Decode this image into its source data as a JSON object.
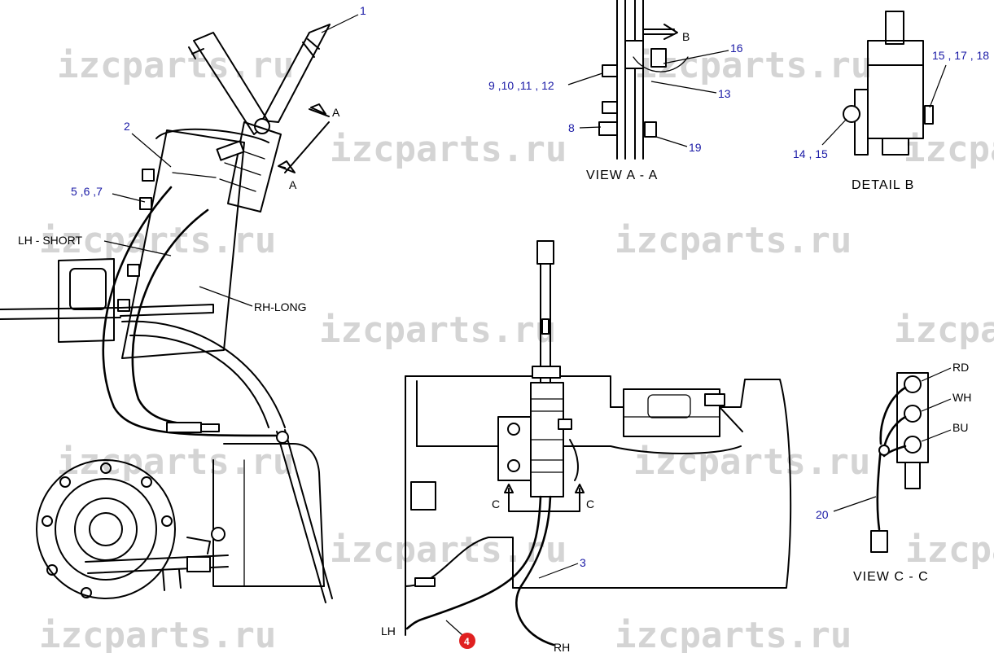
{
  "watermark": "izcparts.ru",
  "views": {
    "view_aa": "VIEW  A - A",
    "detail_b": "DETAIL  B",
    "view_cc": "VIEW  C - C"
  },
  "labels": {
    "lh_short": "LH - SHORT",
    "rh_long": "RH-LONG",
    "section_a_top": "A",
    "section_a_bottom": "A",
    "section_b": "B",
    "section_c_left": "C",
    "section_c_right": "C",
    "rd": "RD",
    "wh": "WH",
    "bu": "BU",
    "lh": "LH",
    "rh": "RH"
  },
  "callouts": {
    "c1": "1",
    "c2": "2",
    "c3": "3",
    "c4": "4",
    "c5_6_7": "5 ,6 ,7",
    "c8": "8",
    "c9_12": "9 ,10 ,11 , 12",
    "c13": "13",
    "c14_15": "14 , 15",
    "c15_18": "15 , 17 , 18",
    "c16": "16",
    "c19": "19",
    "c20": "20"
  },
  "colors": {
    "callout": "#1a1aa6",
    "badge": "#e02020",
    "watermark": "#d4d4d4"
  }
}
